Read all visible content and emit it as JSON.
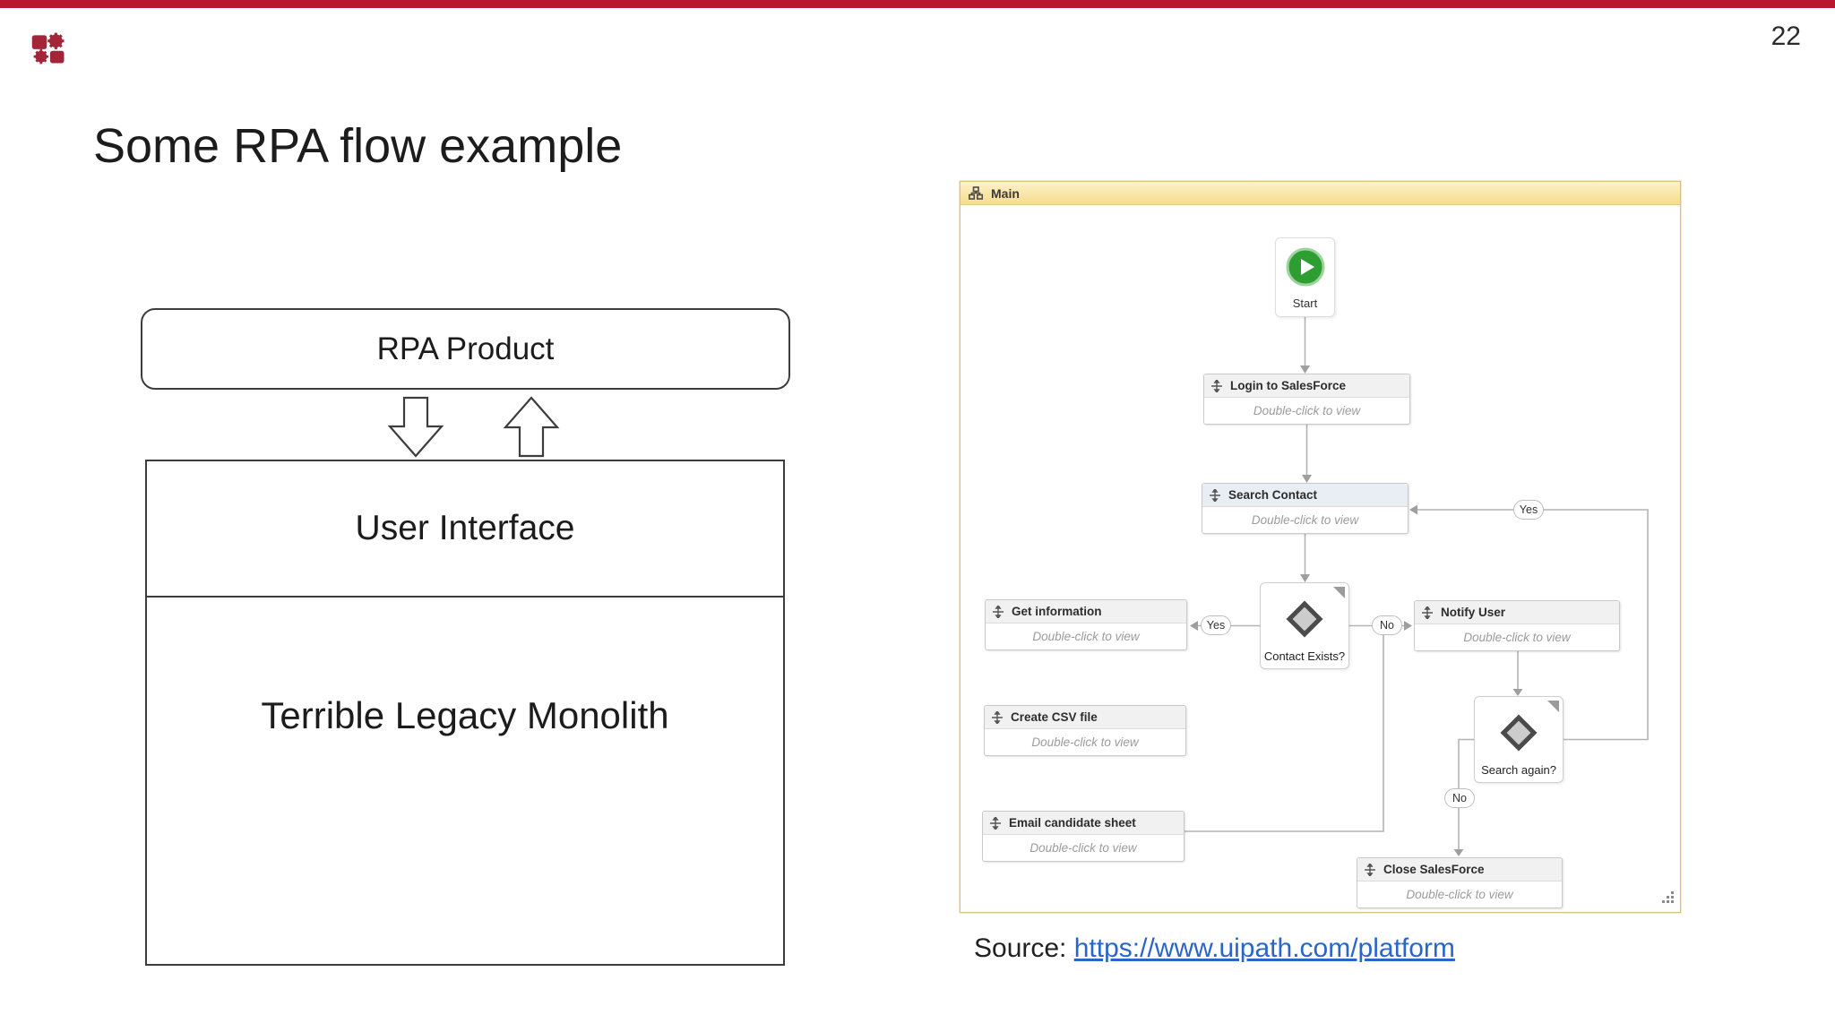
{
  "slide": {
    "page_number": "22",
    "title": "Some RPA flow example"
  },
  "branding": {
    "top_bar_color": "#b7182f",
    "logo_color": "#a32638",
    "logo_icon": "gears-puzzle-logo"
  },
  "diagram": {
    "rpa_product_label": "RPA Product",
    "user_interface_label": "User Interface",
    "monolith_label": "Terrible Legacy Monolith"
  },
  "flowchart": {
    "window_title": "Main",
    "double_click_text": "Double-click to view",
    "labels": {
      "yes": "Yes",
      "no": "No"
    },
    "nodes": {
      "start": {
        "label": "Start"
      },
      "login": {
        "title": "Login to SalesForce"
      },
      "search": {
        "title": "Search Contact"
      },
      "contact_exists": {
        "label": "Contact Exists?"
      },
      "get_info": {
        "title": "Get information"
      },
      "notify": {
        "title": "Notify User"
      },
      "create_csv": {
        "title": "Create CSV file"
      },
      "email": {
        "title": "Email candidate sheet"
      },
      "search_again": {
        "label": "Search again?"
      },
      "close": {
        "title": "Close SalesForce"
      }
    },
    "colors": {
      "header_bg": "#f5dc8e",
      "header_border": "#d9c17a",
      "start_green": "#2e9e33",
      "connector_gray": "#b3b3b3",
      "decision_fill": "#cccccc"
    }
  },
  "source": {
    "label": "Source:",
    "link_text": "https://www.uipath.com/platform"
  }
}
